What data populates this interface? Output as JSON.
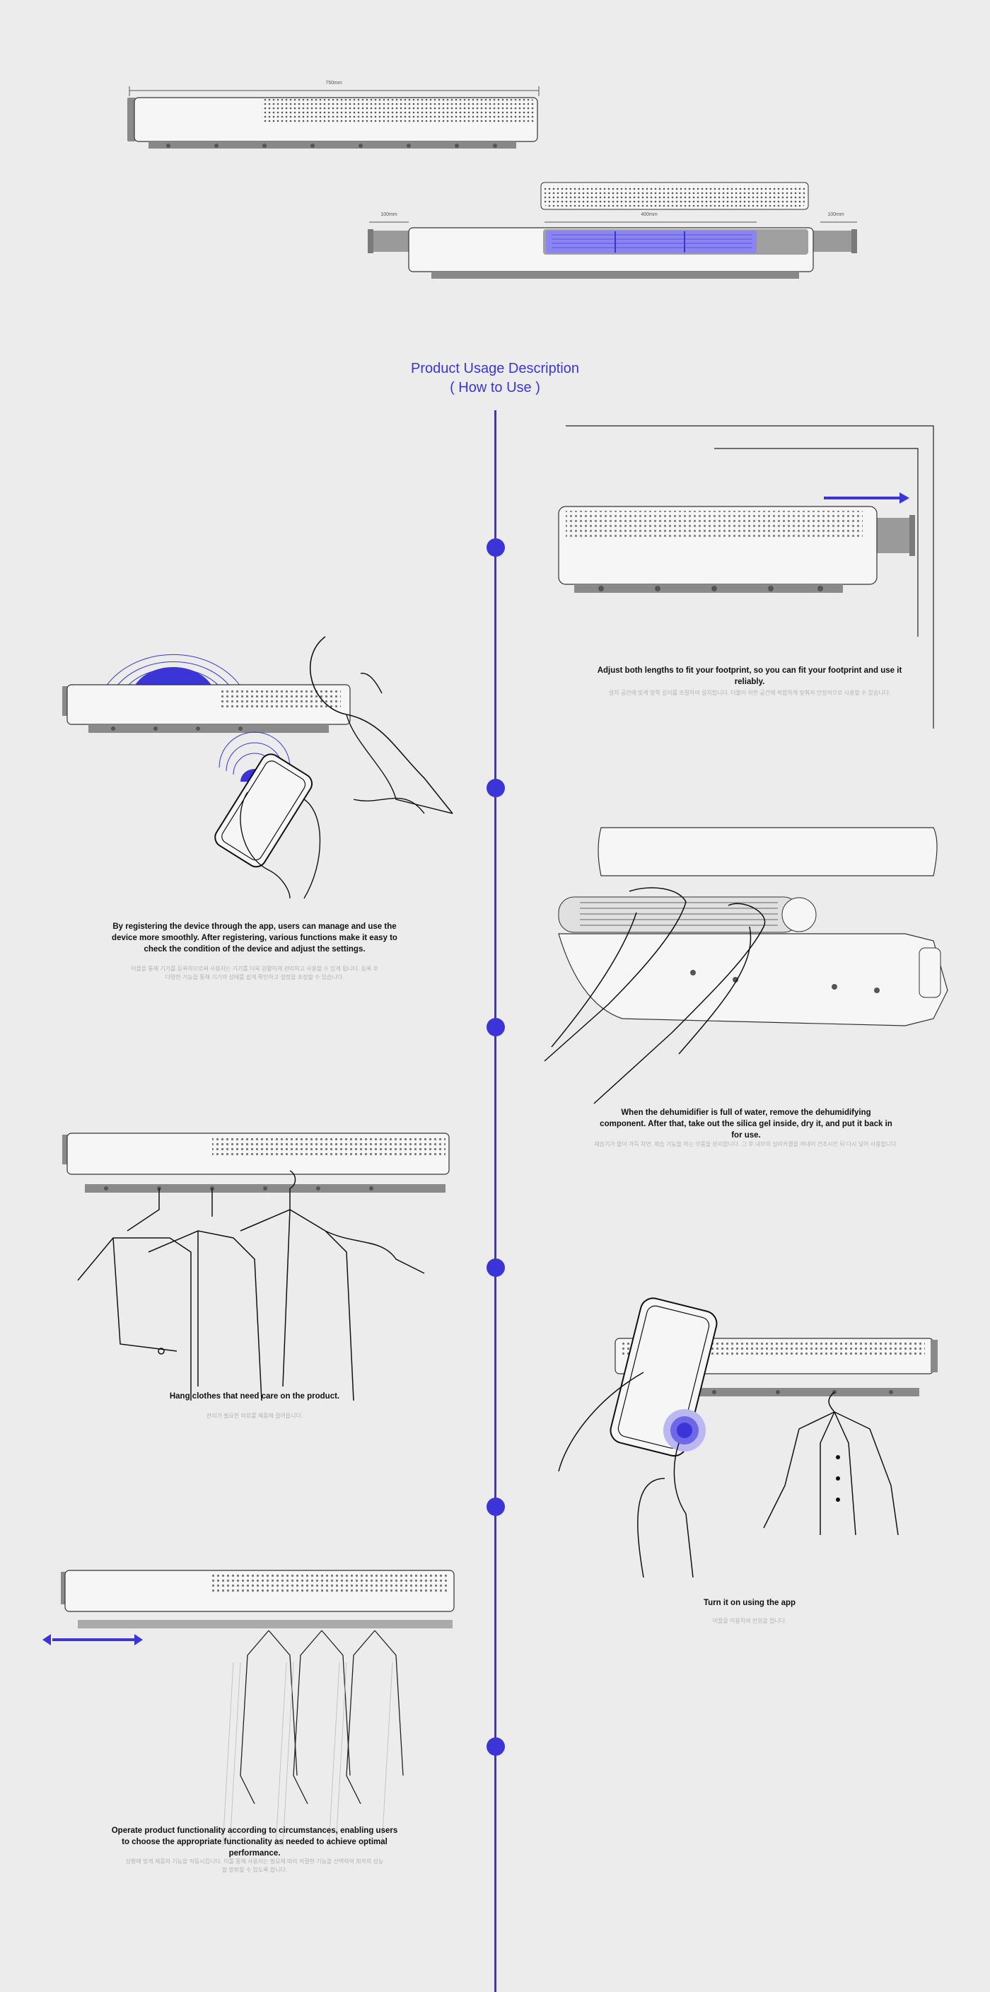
{
  "header": {
    "title_line1": "Product Usage Description",
    "title_line2": "( How to Use )"
  },
  "dimensions": {
    "total": "750mm",
    "middle": "400mm",
    "left": "100mm",
    "right": "100mm"
  },
  "steps": [
    {
      "caption": "Adjust both lengths to fit your footprint, so you can fit your footprint and use it reliably.",
      "subcaption": "설치 공간에 맞게 양쪽 길이를 조절하여 설치합니다. 더불어 위한 공간에 적합하게 맞춰져 안정적으로 사용할 수 있습니다."
    },
    {
      "caption": "By registering the device through the app, users can manage and use the device more smoothly. After registering, various functions make it easy to check the condition of the device and adjust the settings.",
      "subcaption": "어플을 통해 기기를 등록하므로써 사용자는 기기를 더욱 원활하게 관리하고 사용할 수 있게 됩니다. 등록 후 다양한 기능을 통해 기기의 상태를 쉽게 확인하고 설정을 조정할 수 있습니다."
    },
    {
      "caption": "When the dehumidifier is full of water, remove the dehumidifying component. After that, take out the silica gel inside, dry it, and put it back in for use.",
      "subcaption": "제습기가 물이 가득 차면, 제습 기능을 하는 부품을 분리합니다. 그 후 내부의 실리카겔을 꺼내어 건조시킨 뒤 다시 넣어 사용합니다."
    },
    {
      "caption": "Hang clothes that need care on the product.",
      "subcaption": "관리가 필요한 의류를 제품에 걸어둡니다."
    },
    {
      "caption": "Turn it on using the app",
      "subcaption": "어플을 이용하여 전원을 켭니다."
    },
    {
      "caption": "Operate product functionality according to circumstances, enabling users to choose the appropriate functionality as needed to achieve optimal performance.",
      "subcaption": "상황에 맞게 제품의 기능을 작동시킵니다. 이를 통해 사용자는 필요에 따라 적절한 기능을 선택하여 최적의 성능을 발휘할 수 있도록 합니다."
    }
  ],
  "colors": {
    "accent": "#3b35d8",
    "background": "#ececec",
    "line": "#1a1a1a"
  }
}
